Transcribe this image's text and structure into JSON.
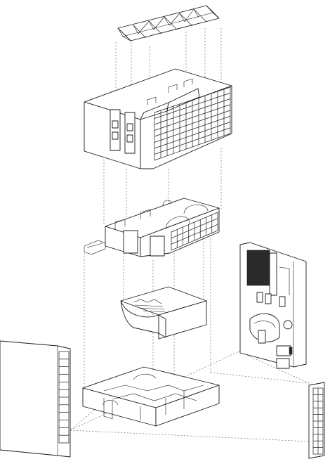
{
  "drawing": {
    "kind": "exploded axonometric architectural drawing",
    "colors": {
      "line": "#1a1a1a",
      "guide": "#555555",
      "background": "#ffffff"
    },
    "components": [
      "roof-truss",
      "upper-volume",
      "middle-floor",
      "lecture-hall",
      "ground-floor-plan",
      "side-wall-left",
      "side-wall-right",
      "tower-block"
    ]
  }
}
